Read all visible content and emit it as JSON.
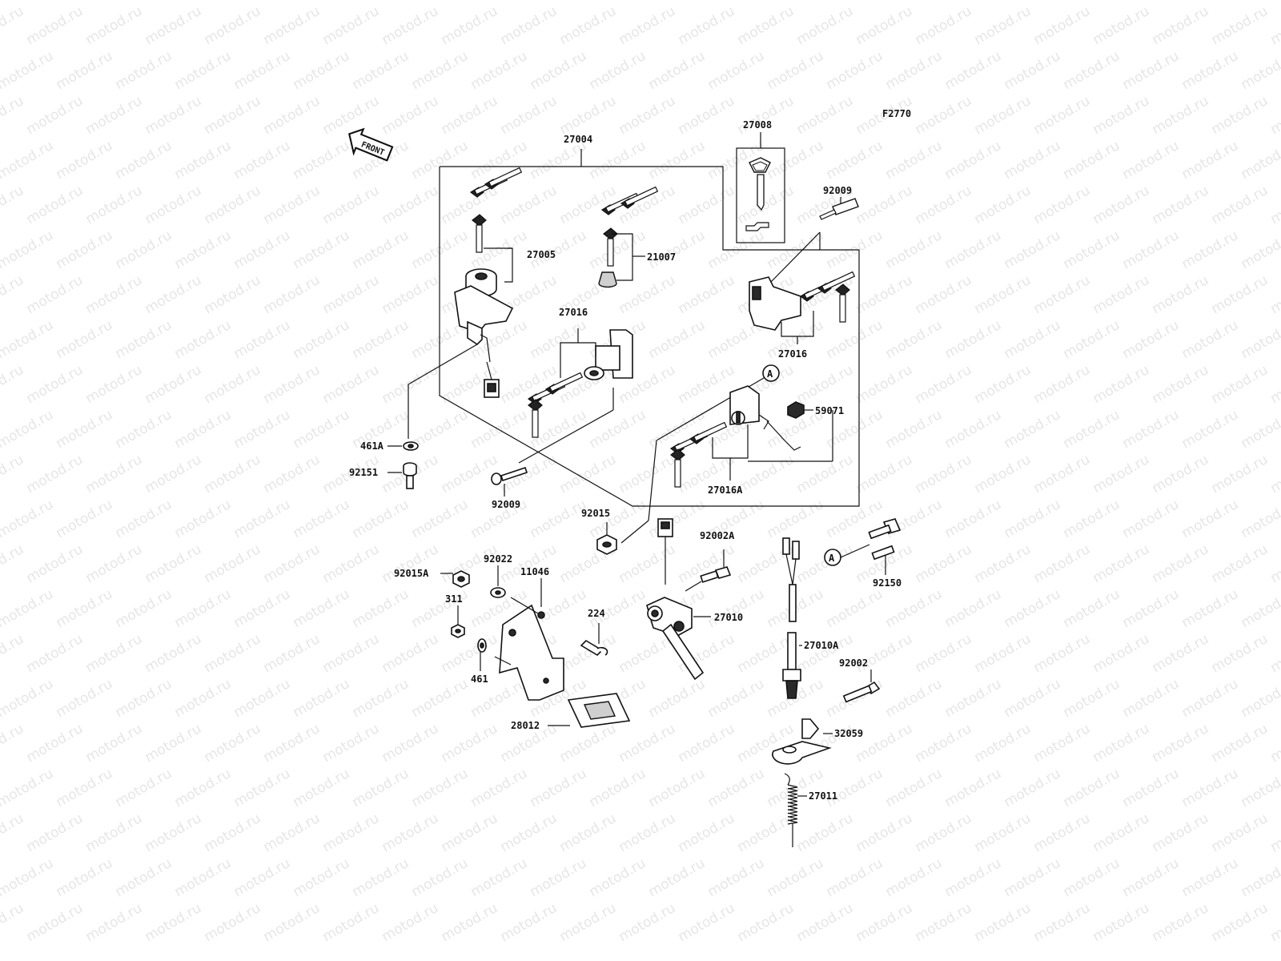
{
  "watermark": "motod.ru",
  "figure_code": "F2770",
  "front_label": "FRONT",
  "callout_letter": "A",
  "labels": {
    "p27004": "27004",
    "p27008": "27008",
    "p92009_top": "92009",
    "p27005": "27005",
    "p21007": "21007",
    "p27016_left": "27016",
    "p27016_right": "27016",
    "p59071": "59071",
    "p27016A": "27016A",
    "p461A": "461A",
    "p92151": "92151",
    "p92009_bottom": "92009",
    "p92015": "92015",
    "p92002A": "92002A",
    "p92150": "92150",
    "p92022": "92022",
    "p11046": "11046",
    "p92015A": "92015A",
    "p311": "311",
    "p224": "224",
    "p461": "461",
    "p27010": "27010",
    "p27010A": "27010A",
    "p92002": "92002",
    "p28012": "28012",
    "p32059": "32059",
    "p27011": "27011"
  }
}
